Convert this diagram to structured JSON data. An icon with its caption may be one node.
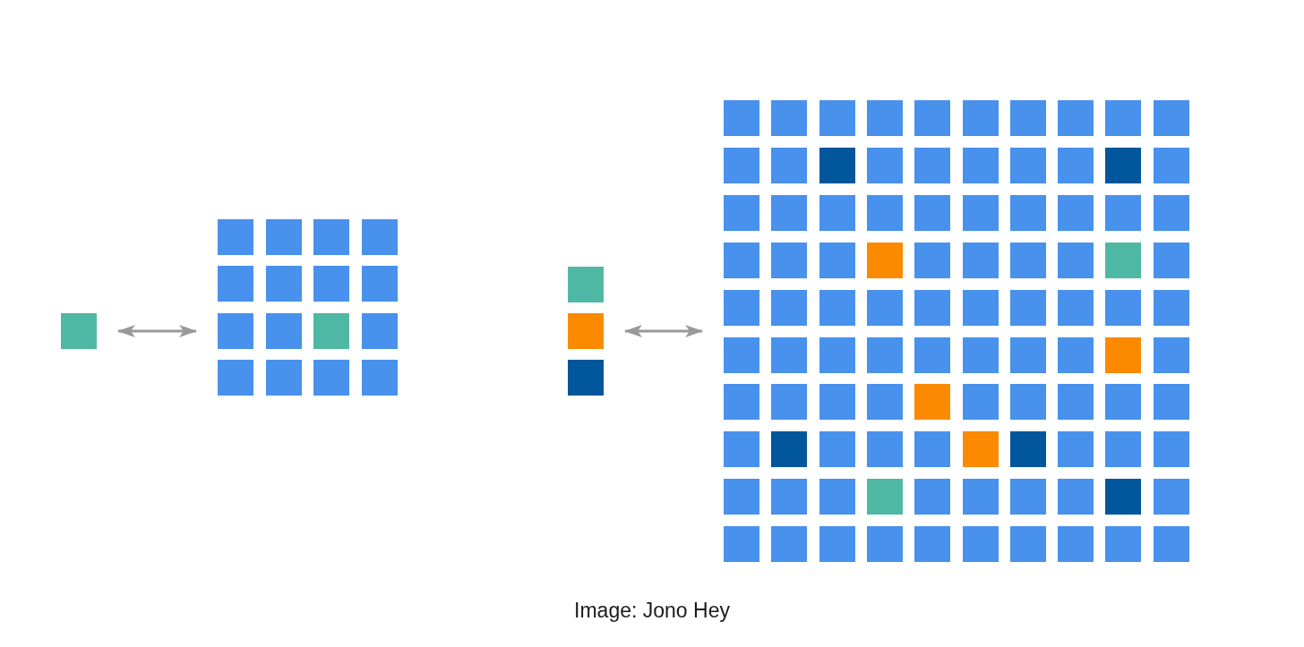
{
  "diagram": {
    "caption": "Image: Jono Hey",
    "nodes": [
      {
        "text": [],
        "shape": "box"
      },
      {
        "text": [],
        "shape": "grid"
      },
      {
        "text": [],
        "shape": "box"
      },
      {
        "text": [],
        "shape": "box"
      },
      {
        "text": [],
        "shape": "box"
      },
      {
        "text": [],
        "shape": "grid"
      }
    ],
    "edges": [
      {
        "from": 0,
        "to": 1,
        "arrow": "both"
      },
      {
        "from": 3,
        "to": 5,
        "arrow": "both"
      }
    ]
  }
}
